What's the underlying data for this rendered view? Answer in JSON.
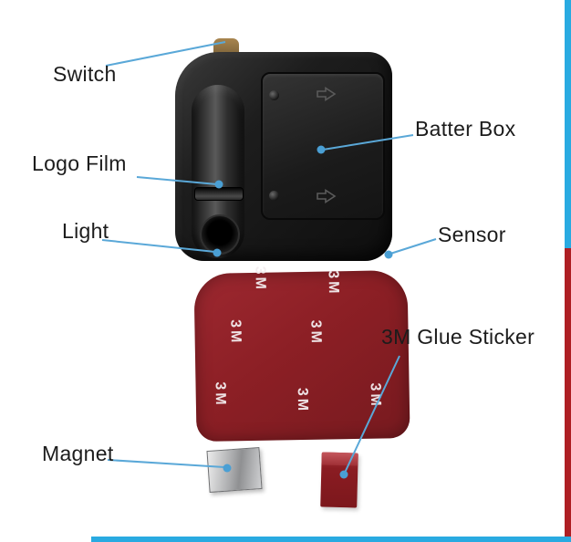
{
  "figure": {
    "type": "product-parts-diagram",
    "subject": "car door logo projector light exploded view",
    "background": "#ffffff"
  },
  "labels": {
    "switch": "Switch",
    "logo_film": "Logo Film",
    "light": "Light",
    "batter_box": "Batter Box",
    "sensor": "Sensor",
    "glue_sticker": "3M Glue Sticker",
    "magnet": "Magnet"
  },
  "sticker": {
    "brand_text": "3M"
  },
  "colors": {
    "callout_line": "#5aa8d8",
    "callout_dot": "#4a9fd4",
    "label_text": "#1c1c1c",
    "device_black": "#161616",
    "sticker_red": "#8c1f25",
    "magnet_gray": "#b9babc",
    "edge_strip_blue": "#29aae1",
    "edge_strip_red": "#ae1f24"
  }
}
